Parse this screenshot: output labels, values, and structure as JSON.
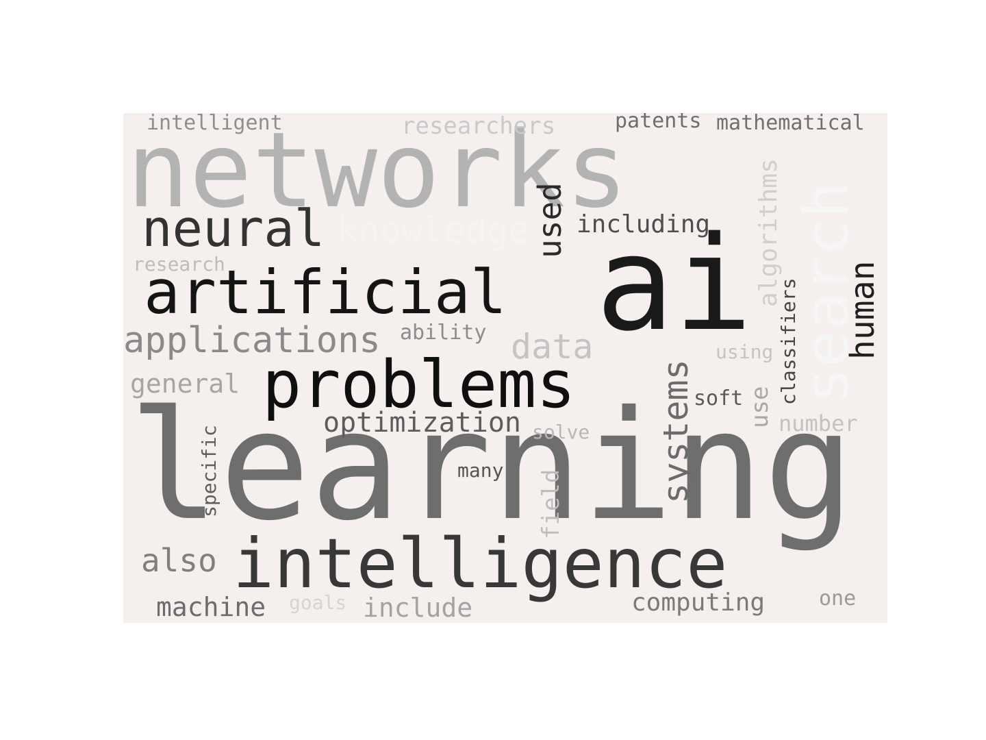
{
  "cloud": {
    "background": "#f5efee",
    "words": [
      {
        "text": "learning",
        "color": "#6e6e6e"
      },
      {
        "text": "networks",
        "color": "#b3b3b3"
      },
      {
        "text": "ai",
        "color": "#1a1a1a"
      },
      {
        "text": "intelligence",
        "color": "#383838"
      },
      {
        "text": "problems",
        "color": "#0f0f0f"
      },
      {
        "text": "artificial",
        "color": "#141414"
      },
      {
        "text": "search",
        "color": "#f6f6f6"
      },
      {
        "text": "neural",
        "color": "#333333"
      },
      {
        "text": "knowledge",
        "color": "#f6f3f3"
      },
      {
        "text": "systems",
        "color": "#6b6b6b"
      },
      {
        "text": "used",
        "color": "#2a2a2a"
      },
      {
        "text": "applications",
        "color": "#8a8a8a"
      },
      {
        "text": "human",
        "color": "#1f1f1f"
      },
      {
        "text": "algorithms",
        "color": "#cfcfcf"
      },
      {
        "text": "data",
        "color": "#c4c4c4"
      },
      {
        "text": "also",
        "color": "#7f7f7f"
      },
      {
        "text": "optimization",
        "color": "#5c5c5c"
      },
      {
        "text": "including",
        "color": "#4d4d4d"
      },
      {
        "text": "general",
        "color": "#a6a6a6"
      },
      {
        "text": "machine",
        "color": "#6c6c6c"
      },
      {
        "text": "computing",
        "color": "#7a7a7a"
      },
      {
        "text": "include",
        "color": "#a3a3a3"
      },
      {
        "text": "researchers",
        "color": "#c9c9c9"
      },
      {
        "text": "mathematical",
        "color": "#707070"
      },
      {
        "text": "intelligent",
        "color": "#8e8e8e"
      },
      {
        "text": "patents",
        "color": "#6e6e6e"
      },
      {
        "text": "specific",
        "color": "#5e5e5e"
      },
      {
        "text": "field",
        "color": "#bdbdbd"
      },
      {
        "text": "classifiers",
        "color": "#454545"
      },
      {
        "text": "use",
        "color": "#a8a8a8"
      },
      {
        "text": "research",
        "color": "#bcbcbc"
      },
      {
        "text": "ability",
        "color": "#8c8c8c"
      },
      {
        "text": "number",
        "color": "#c2c2c2"
      },
      {
        "text": "solve",
        "color": "#b7b7b7"
      },
      {
        "text": "many",
        "color": "#555555"
      },
      {
        "text": "soft",
        "color": "#5a5a5a"
      },
      {
        "text": "using",
        "color": "#c4c4c4"
      },
      {
        "text": "goals",
        "color": "#d4d4d4"
      },
      {
        "text": "one",
        "color": "#9a9a9a"
      }
    ]
  }
}
